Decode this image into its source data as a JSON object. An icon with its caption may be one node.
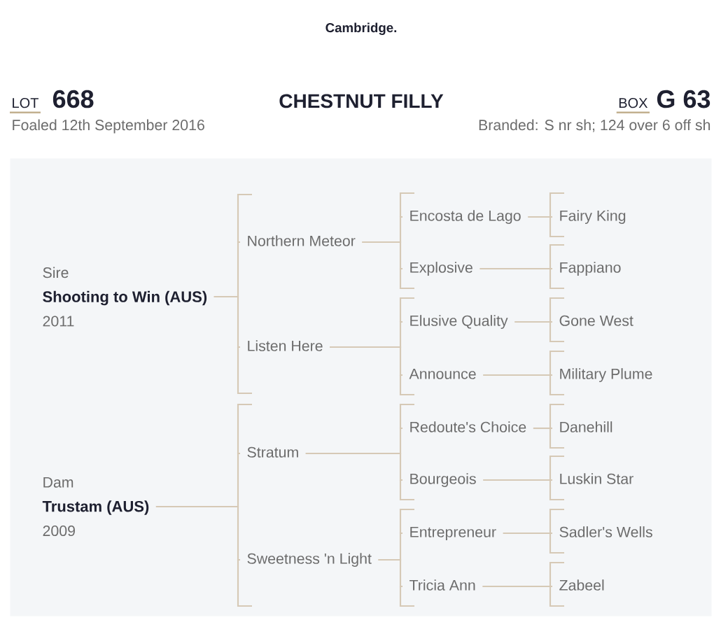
{
  "diagram": {
    "title": "CHESTNUT FILLY",
    "nodes": [
      {
        "text": [],
        "shape": "box"
      },
      {
        "text": [
          "Sire",
          "Shooting to Win (AUS)",
          "2011"
        ],
        "in": 0
      },
      {
        "text": [
          "Northern Meteor"
        ],
        "in": 0
      },
      {
        "text": [
          "Encosta de Lago"
        ],
        "in": 0
      },
      {
        "text": [
          "Fairy King"
        ],
        "in": 0
      },
      {
        "text": [
          "Explosive"
        ],
        "in": 0
      },
      {
        "text": [
          "Fappiano"
        ],
        "in": 0
      },
      {
        "text": [
          "Listen Here"
        ],
        "in": 0
      },
      {
        "text": [
          "Elusive Quality"
        ],
        "in": 0
      },
      {
        "text": [
          "Gone West"
        ],
        "in": 0
      },
      {
        "text": [
          "Announce"
        ],
        "in": 0
      },
      {
        "text": [
          "Military Plume"
        ],
        "in": 0
      },
      {
        "text": [
          "Dam",
          "Trustam (AUS)",
          "2009"
        ],
        "in": 0
      },
      {
        "text": [
          "Stratum"
        ],
        "in": 0
      },
      {
        "text": [
          "Redoute's Choice"
        ],
        "in": 0
      },
      {
        "text": [
          "Danehill"
        ],
        "in": 0
      },
      {
        "text": [
          "Bourgeois"
        ],
        "in": 0
      },
      {
        "text": [
          "Luskin Star"
        ],
        "in": 0
      },
      {
        "text": [
          "Sweetness 'n Light"
        ],
        "in": 0
      },
      {
        "text": [
          "Entrepreneur"
        ],
        "in": 0
      },
      {
        "text": [
          "Sadler's Wells"
        ],
        "in": 0
      },
      {
        "text": [
          "Tricia Ann"
        ],
        "in": 0
      },
      {
        "text": [
          "Zabeel"
        ],
        "in": 0
      }
    ],
    "edges": [
      {
        "from": 1,
        "to": 2,
        "arrow": "none"
      },
      {
        "from": 1,
        "to": 7,
        "arrow": "none"
      },
      {
        "from": 2,
        "to": 3,
        "arrow": "none"
      },
      {
        "from": 2,
        "to": 5,
        "arrow": "none"
      },
      {
        "from": 3,
        "to": 4,
        "arrow": "none"
      },
      {
        "from": 5,
        "to": 6,
        "arrow": "none"
      },
      {
        "from": 7,
        "to": 8,
        "arrow": "none"
      },
      {
        "from": 7,
        "to": 10,
        "arrow": "none"
      },
      {
        "from": 8,
        "to": 9,
        "arrow": "none"
      },
      {
        "from": 10,
        "to": 11,
        "arrow": "none"
      },
      {
        "from": 12,
        "to": 13,
        "arrow": "none"
      },
      {
        "from": 12,
        "to": 18,
        "arrow": "none"
      },
      {
        "from": 13,
        "to": 14,
        "arrow": "none"
      },
      {
        "from": 13,
        "to": 16,
        "arrow": "none"
      },
      {
        "from": 14,
        "to": 15,
        "arrow": "none"
      },
      {
        "from": 16,
        "to": 17,
        "arrow": "none"
      },
      {
        "from": 18,
        "to": 19,
        "arrow": "none"
      },
      {
        "from": 18,
        "to": 21,
        "arrow": "none"
      },
      {
        "from": 19,
        "to": 20,
        "arrow": "none"
      },
      {
        "from": 21,
        "to": 22,
        "arrow": "none"
      }
    ],
    "labels": [
      "Cambridge.",
      "LOT",
      "668",
      "BOX",
      "G 63",
      "Foaled 12th September 2016",
      "Branded: S nr sh; 124 over 6 off sh"
    ]
  }
}
